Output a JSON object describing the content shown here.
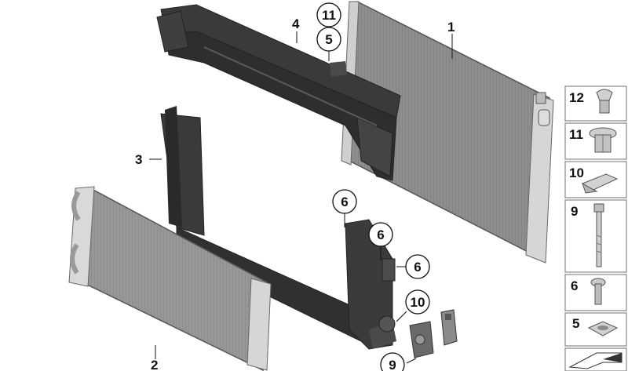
{
  "callouts": {
    "c1": "1",
    "c2": "2",
    "c3": "3",
    "c4": "4"
  },
  "circled": {
    "c11_top": "11",
    "c5_top": "5",
    "c6_a": "6",
    "c6_b": "6",
    "c6_c": "6",
    "c10": "10",
    "c9": "9"
  },
  "side_panel": {
    "items": [
      {
        "number": "12",
        "icon": "push-rivet-icon"
      },
      {
        "number": "11",
        "icon": "expanding-nut-icon"
      },
      {
        "number": "10",
        "icon": "bracket-clip-icon"
      },
      {
        "number": "9",
        "icon": "long-bolt-icon"
      },
      {
        "number": "6",
        "icon": "flange-screw-icon"
      },
      {
        "number": "5",
        "icon": "rubber-mount-icon"
      }
    ]
  },
  "colors": {
    "radiator_fill": "#8c8c8c",
    "carrier_fill": "#3a3a3a",
    "frame_fill": "#f3f3f3",
    "accent_dark": "#222222"
  }
}
